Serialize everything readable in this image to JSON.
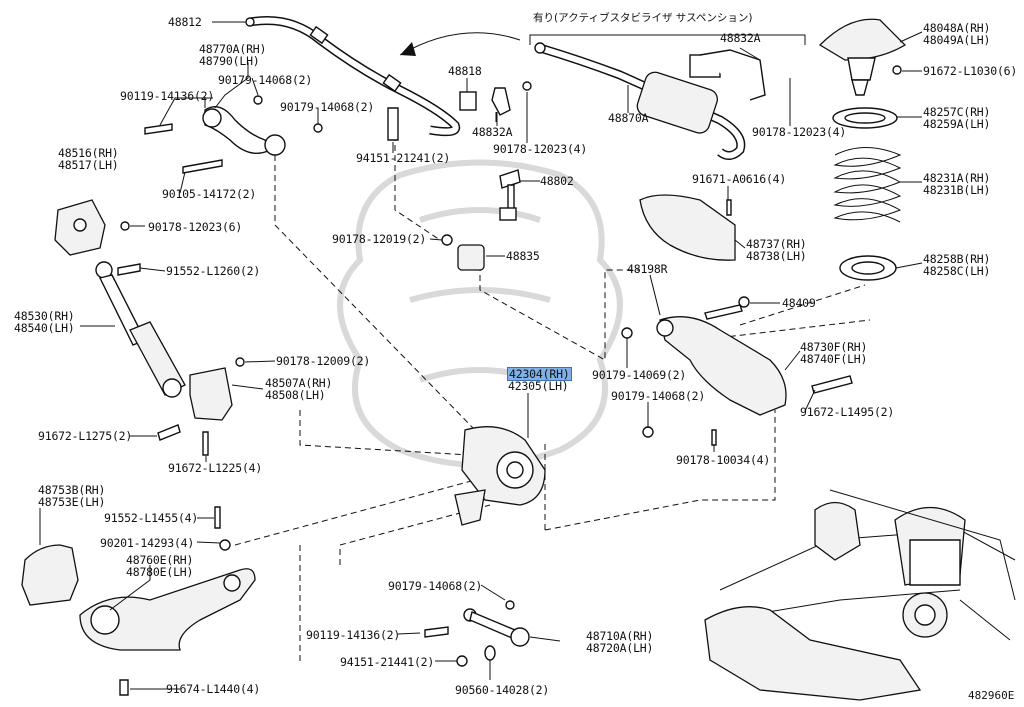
{
  "labels": [
    {
      "id": "48812",
      "lines": [
        "48812"
      ]
    },
    {
      "id": "48770A",
      "lines": [
        "48770A(RH)",
        "48790(LH)"
      ]
    },
    {
      "id": "90179-14068-a",
      "lines": [
        "90179-14068(2)"
      ]
    },
    {
      "id": "90119-14136-a",
      "lines": [
        "90119-14136(2)"
      ]
    },
    {
      "id": "90179-14068-b",
      "lines": [
        "90179-14068(2)"
      ]
    },
    {
      "id": "48516",
      "lines": [
        "48516(RH)",
        "48517(LH)"
      ]
    },
    {
      "id": "90105-14172",
      "lines": [
        "90105-14172(2)"
      ]
    },
    {
      "id": "90178-12023-a",
      "lines": [
        "90178-12023(6)"
      ]
    },
    {
      "id": "91552-L1260",
      "lines": [
        "91552-L1260(2)"
      ]
    },
    {
      "id": "48530",
      "lines": [
        "48530(RH)",
        "48540(LH)"
      ]
    },
    {
      "id": "90178-12009",
      "lines": [
        "90178-12009(2)"
      ]
    },
    {
      "id": "48507A",
      "lines": [
        "48507A(RH)",
        "48508(LH)"
      ]
    },
    {
      "id": "91672-L1275",
      "lines": [
        "91672-L1275(2)"
      ]
    },
    {
      "id": "91672-L1225",
      "lines": [
        "91672-L1225(4)"
      ]
    },
    {
      "id": "48753B",
      "lines": [
        "48753B(RH)",
        "48753E(LH)"
      ]
    },
    {
      "id": "91552-L1455",
      "lines": [
        "91552-L1455(4)"
      ]
    },
    {
      "id": "90201-14293",
      "lines": [
        "90201-14293(4)"
      ]
    },
    {
      "id": "48760E",
      "lines": [
        "48760E(RH)",
        "48780E(LH)"
      ]
    },
    {
      "id": "91674-L1440",
      "lines": [
        "91674-L1440(4)"
      ]
    },
    {
      "id": "48818",
      "lines": [
        "48818"
      ]
    },
    {
      "id": "48832A-a",
      "lines": [
        "48832A"
      ]
    },
    {
      "id": "90178-12023-b",
      "lines": [
        "90178-12023(4)"
      ]
    },
    {
      "id": "94151-21241",
      "lines": [
        "94151-21241(2)"
      ]
    },
    {
      "id": "48802",
      "lines": [
        "48802"
      ]
    },
    {
      "id": "90178-12019",
      "lines": [
        "90178-12019(2)"
      ]
    },
    {
      "id": "48835",
      "lines": [
        "48835"
      ]
    },
    {
      "id": "48870A",
      "lines": [
        "48870A"
      ]
    },
    {
      "id": "48832A-b",
      "lines": [
        "48832A"
      ]
    },
    {
      "id": "90178-12023-c",
      "lines": [
        "90178-12023(4)"
      ]
    },
    {
      "id": "48048A",
      "lines": [
        "48048A(RH)",
        "48049A(LH)"
      ]
    },
    {
      "id": "91672-L1030",
      "lines": [
        "91672-L1030(6)"
      ]
    },
    {
      "id": "48257C",
      "lines": [
        "48257C(RH)",
        "48259A(LH)"
      ]
    },
    {
      "id": "48231A",
      "lines": [
        "48231A(RH)",
        "48231B(LH)"
      ]
    },
    {
      "id": "91671-A0616",
      "lines": [
        "91671-A0616(4)"
      ]
    },
    {
      "id": "48737",
      "lines": [
        "48737(RH)",
        "48738(LH)"
      ]
    },
    {
      "id": "48258B",
      "lines": [
        "48258B(RH)",
        "48258C(LH)"
      ]
    },
    {
      "id": "48198R",
      "lines": [
        "48198R"
      ]
    },
    {
      "id": "48409",
      "lines": [
        "48409"
      ]
    },
    {
      "id": "48730F",
      "lines": [
        "48730F(RH)",
        "48740F(LH)"
      ]
    },
    {
      "id": "90179-14069",
      "lines": [
        "90179-14069(2)"
      ]
    },
    {
      "id": "90179-14068-c",
      "lines": [
        "90179-14068(2)"
      ]
    },
    {
      "id": "91672-L1495",
      "lines": [
        "91672-L1495(2)"
      ]
    },
    {
      "id": "90178-10034",
      "lines": [
        "90178-10034(4)"
      ]
    },
    {
      "id": "42304",
      "lines": [
        "42304(RH)",
        "42305(LH)"
      ],
      "highlight": true
    },
    {
      "id": "90179-14068-d",
      "lines": [
        "90179-14068(2)"
      ]
    },
    {
      "id": "48710A",
      "lines": [
        "48710A(RH)",
        "48720A(LH)"
      ]
    },
    {
      "id": "90119-14136-b",
      "lines": [
        "90119-14136(2)"
      ]
    },
    {
      "id": "94151-21441",
      "lines": [
        "94151-21441(2)"
      ]
    },
    {
      "id": "90560-14028",
      "lines": [
        "90560-14028(2)"
      ]
    }
  ],
  "note": "有り(アクティブスタビライザ サスペンション)",
  "diagram_code": "482960E",
  "highlight_color": "#7fb0e6"
}
